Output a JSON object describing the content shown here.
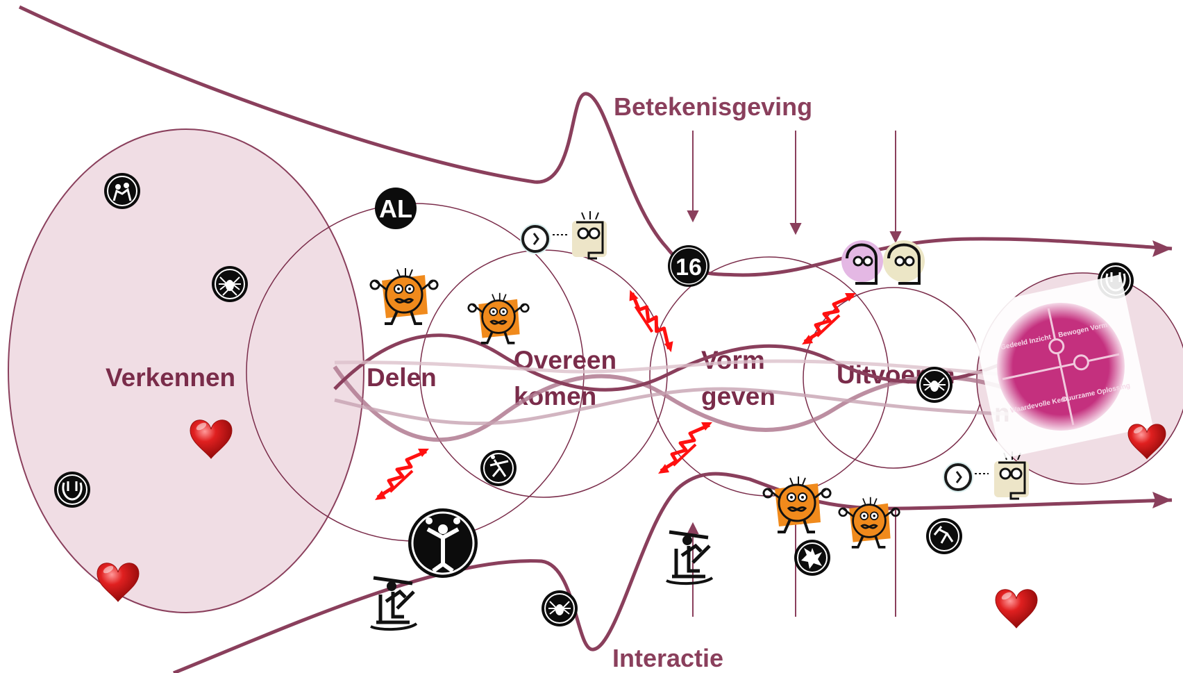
{
  "labels": {
    "top": "Betekenisgeving",
    "bottom": "Interactie",
    "phases": {
      "verkennen": "Verkennen",
      "delen": "Delen",
      "overeen_1": "Overeen",
      "overeen_2": "komen",
      "vorm_1": "Vorm",
      "vorm_2": "geven",
      "uitvoeren": "Uitvoeren",
      "last_partial": "n"
    },
    "puzzle": [
      "Gedeeld Inzicht",
      "Bewogen Vorm",
      "Waardevolle Kern",
      "Duurzame Oplossing"
    ],
    "badges": {
      "al": "AL",
      "sixteen": "16"
    }
  },
  "colors": {
    "maroon": "#8a3f5c",
    "phase_text": "#7a2c4a",
    "verkennen_fill": "#f0dde4",
    "circle_stroke": "#7a2c4a",
    "red_arrow": "#ff1010",
    "orange": "#f08a1c",
    "heart": "#c81010",
    "puzzle": "#c4307e"
  },
  "icons": [
    "group-icon",
    "spider-icon",
    "hands-icon",
    "heart-icon",
    "al-badge-icon",
    "sixteen-badge-icon",
    "clock-icon",
    "thinking-head-icon",
    "orange-figure-icon",
    "red-bidirectional-arrow-icon",
    "skier-icon",
    "dancer-icon",
    "juggler-icon",
    "boxer-icon",
    "explosion-icon",
    "faces-icon",
    "puzzle-icon"
  ]
}
